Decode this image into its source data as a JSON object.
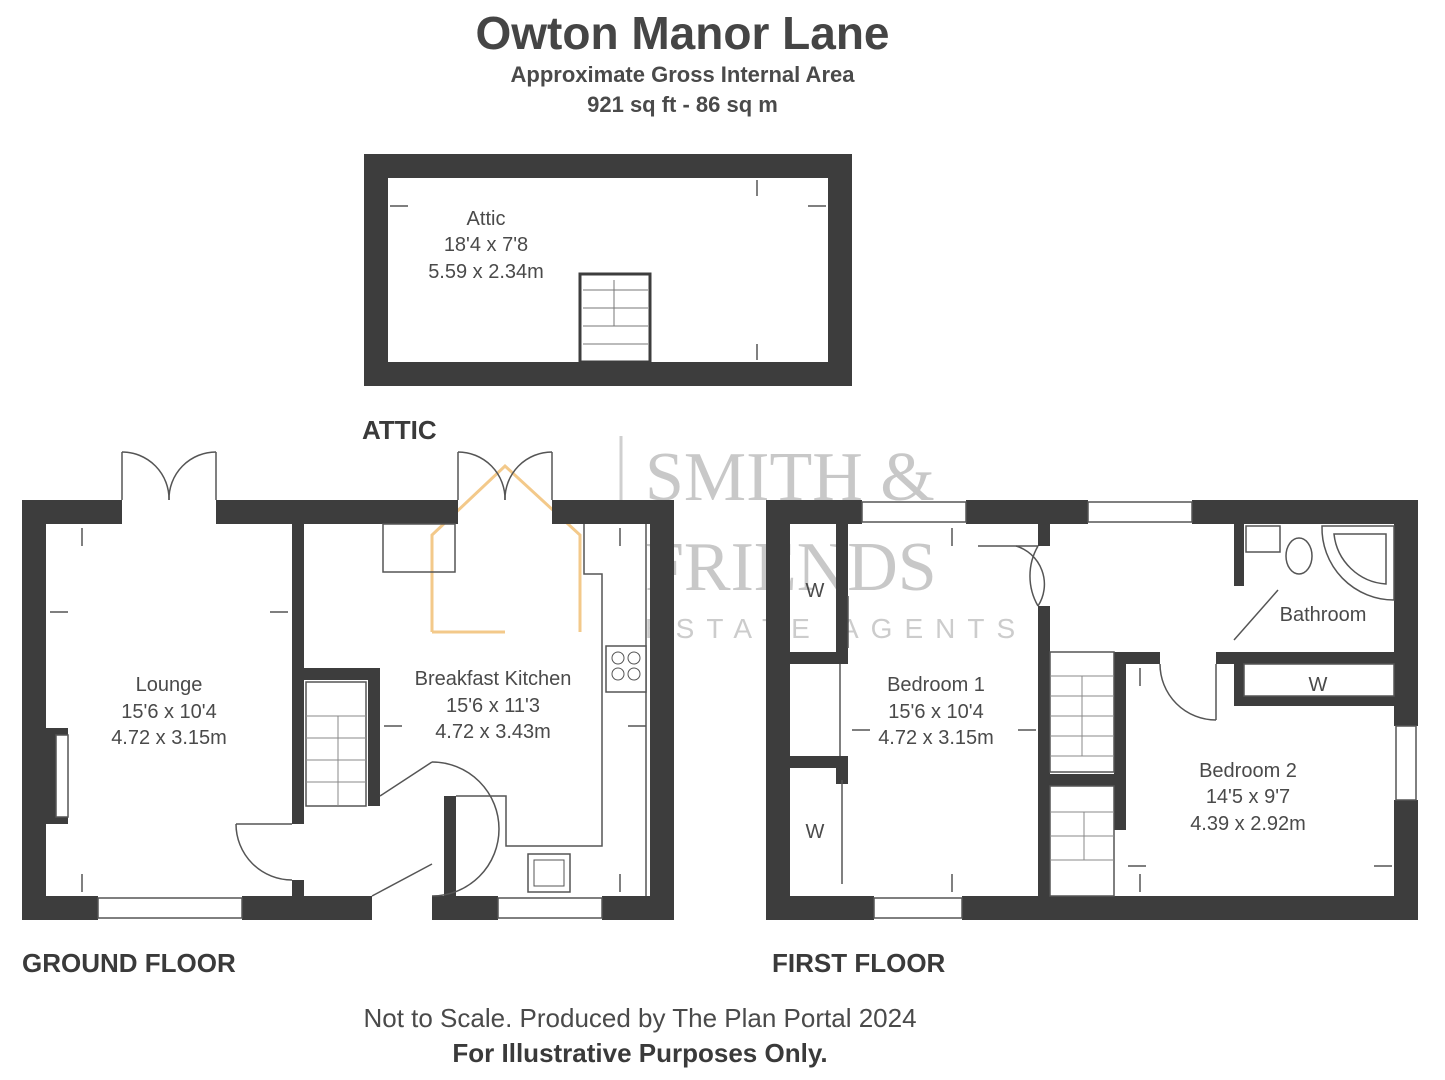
{
  "header": {
    "title": "Owton Manor Lane",
    "area_label": "Approximate Gross Internal Area",
    "area_value": "921 sq ft - 86 sq m"
  },
  "watermark": {
    "line1": "SMITH &",
    "line2": "FRIENDS",
    "line3": "ESTATE AGENTS",
    "colors": {
      "text": "#c8c8c8",
      "accent": "#f3c98a"
    }
  },
  "floors": {
    "attic": "ATTIC",
    "ground": "GROUND FLOOR",
    "first": "FIRST FLOOR"
  },
  "rooms": {
    "attic": {
      "name": "Attic",
      "imperial": "18'4 x 7'8",
      "metric": "5.59 x 2.34m"
    },
    "lounge": {
      "name": "Lounge",
      "imperial": "15'6 x 10'4",
      "metric": "4.72 x 3.15m"
    },
    "kitchen": {
      "name": "Breakfast Kitchen",
      "imperial": "15'6 x 11'3",
      "metric": "4.72 x 3.43m"
    },
    "bedroom1": {
      "name": "Bedroom 1",
      "imperial": "15'6 x 10'4",
      "metric": "4.72 x 3.15m"
    },
    "bedroom2": {
      "name": "Bedroom 2",
      "imperial": "14'5 x 9'7",
      "metric": "4.39 x 2.92m"
    },
    "bathroom": {
      "name": "Bathroom"
    }
  },
  "wardrobe_label": "W",
  "footer": {
    "line1": "Not to Scale. Produced by The Plan Portal 2024",
    "line2": "For Illustrative Purposes Only."
  },
  "colors": {
    "wall": "#3d3d3d",
    "line": "#555555"
  }
}
